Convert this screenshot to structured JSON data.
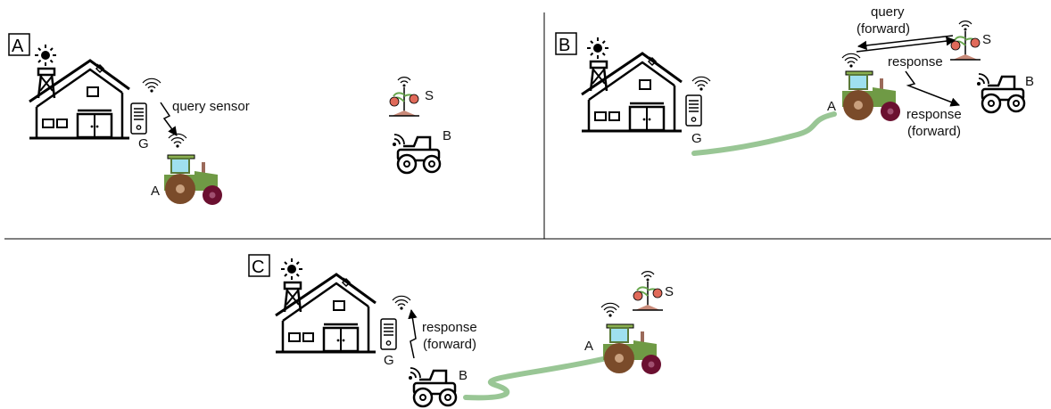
{
  "panels": [
    {
      "label": "A",
      "gateway": "G",
      "vehicle_a": "A",
      "vehicle_b": "B",
      "sensor": "S",
      "messages": [
        "query sensor"
      ]
    },
    {
      "label": "B",
      "gateway": "G",
      "vehicle_a": "A",
      "vehicle_b": "B",
      "sensor": "S",
      "messages": [
        "query",
        "(forward)",
        "response",
        "response",
        "(forward)"
      ]
    },
    {
      "label": "C",
      "gateway": "G",
      "vehicle_a": "A",
      "vehicle_b": "B",
      "sensor": "S",
      "messages": [
        "response",
        "(forward)"
      ]
    }
  ],
  "colors": {
    "line": "#000000",
    "tractor_body": "#6f9a45",
    "tractor_cabin": "#9fe0ef",
    "tractor_roof": "#8bb050",
    "wheel_rear": "#7a4b2a",
    "wheel_front": "#6b1030",
    "exhaust": "#9b6a5a",
    "path": "#7fb87a",
    "plant_fruit": "#e06a5a",
    "plant_leaf": "#6aa84f",
    "soil": "#c98b7a"
  },
  "icons": [
    "farm-house-icon",
    "gateway-server-icon",
    "smart-tractor-icon",
    "autonomous-tractor-icon",
    "sensor-plant-icon",
    "wireless-signal-icon"
  ]
}
